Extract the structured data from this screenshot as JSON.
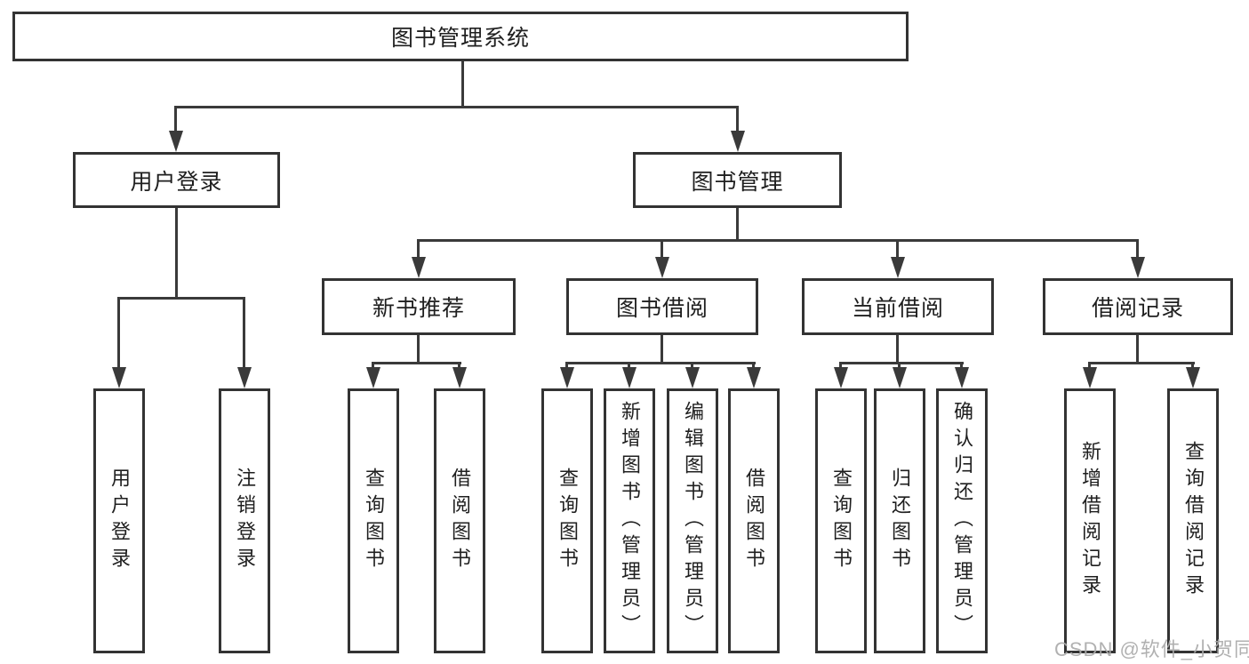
{
  "tree": {
    "label": "图书管理系统",
    "children": [
      {
        "label": "用户登录",
        "children": [
          {
            "label": "用户登录"
          },
          {
            "label": "注销登录"
          }
        ]
      },
      {
        "label": "图书管理",
        "children": [
          {
            "label": "新书推荐",
            "children": [
              {
                "label": "查询图书"
              },
              {
                "label": "借阅图书"
              }
            ]
          },
          {
            "label": "图书借阅",
            "children": [
              {
                "label": "查询图书"
              },
              {
                "label": "新增图书（管理员）"
              },
              {
                "label": "编辑图书（管理员）"
              },
              {
                "label": "借阅图书"
              }
            ]
          },
          {
            "label": "当前借阅",
            "children": [
              {
                "label": "查询图书"
              },
              {
                "label": "归还图书"
              },
              {
                "label": "确认归还（管理员）"
              }
            ]
          },
          {
            "label": "借阅记录",
            "children": [
              {
                "label": "新增借阅记录"
              },
              {
                "label": "查询借阅记录"
              }
            ]
          }
        ]
      }
    ]
  },
  "watermark": {
    "text": "CSDN @软件_小贺同学"
  },
  "colors": {
    "line": "#3a3a3a",
    "box_border": "#333333",
    "text": "#1f1f1f",
    "background": "#ffffff",
    "watermark": "#ababab"
  }
}
